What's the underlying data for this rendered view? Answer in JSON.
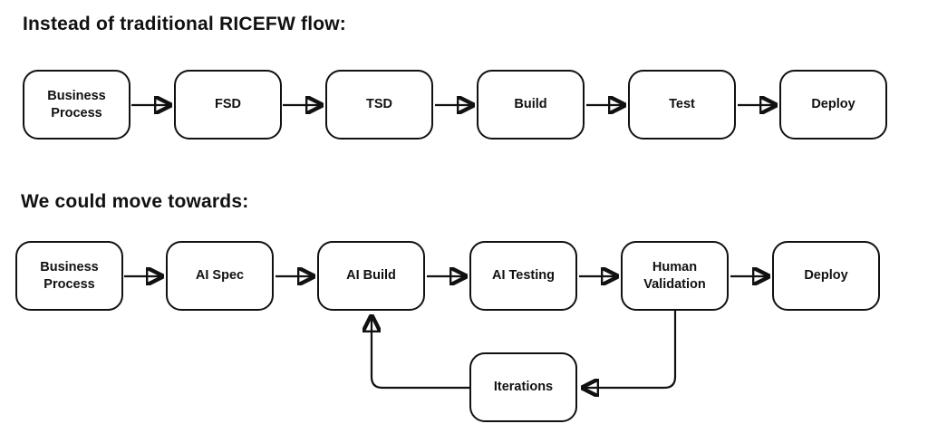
{
  "page": {
    "background_color": "#ffffff",
    "stroke_color": "#111111"
  },
  "flows": [
    {
      "title": "Instead of traditional RICEFW flow:",
      "nodes": [
        {
          "label": "Business Process"
        },
        {
          "label": "FSD"
        },
        {
          "label": "TSD"
        },
        {
          "label": "Build"
        },
        {
          "label": "Test"
        },
        {
          "label": "Deploy"
        }
      ],
      "edges": [
        {
          "from": "Business Process",
          "to": "FSD"
        },
        {
          "from": "FSD",
          "to": "TSD"
        },
        {
          "from": "TSD",
          "to": "Build"
        },
        {
          "from": "Build",
          "to": "Test"
        },
        {
          "from": "Test",
          "to": "Deploy"
        }
      ]
    },
    {
      "title": "We could move towards:",
      "nodes": [
        {
          "label": "Business Process"
        },
        {
          "label": "AI Spec"
        },
        {
          "label": "AI Build"
        },
        {
          "label": "AI Testing"
        },
        {
          "label": "Human Validation"
        },
        {
          "label": "Deploy"
        },
        {
          "label": "Iterations"
        }
      ],
      "edges": [
        {
          "from": "Business Process",
          "to": "AI Spec"
        },
        {
          "from": "AI Spec",
          "to": "AI Build"
        },
        {
          "from": "AI Build",
          "to": "AI Testing"
        },
        {
          "from": "AI Testing",
          "to": "Human Validation"
        },
        {
          "from": "Human Validation",
          "to": "Deploy"
        },
        {
          "from": "Human Validation",
          "to": "Iterations"
        },
        {
          "from": "Iterations",
          "to": "AI Build"
        }
      ]
    }
  ]
}
